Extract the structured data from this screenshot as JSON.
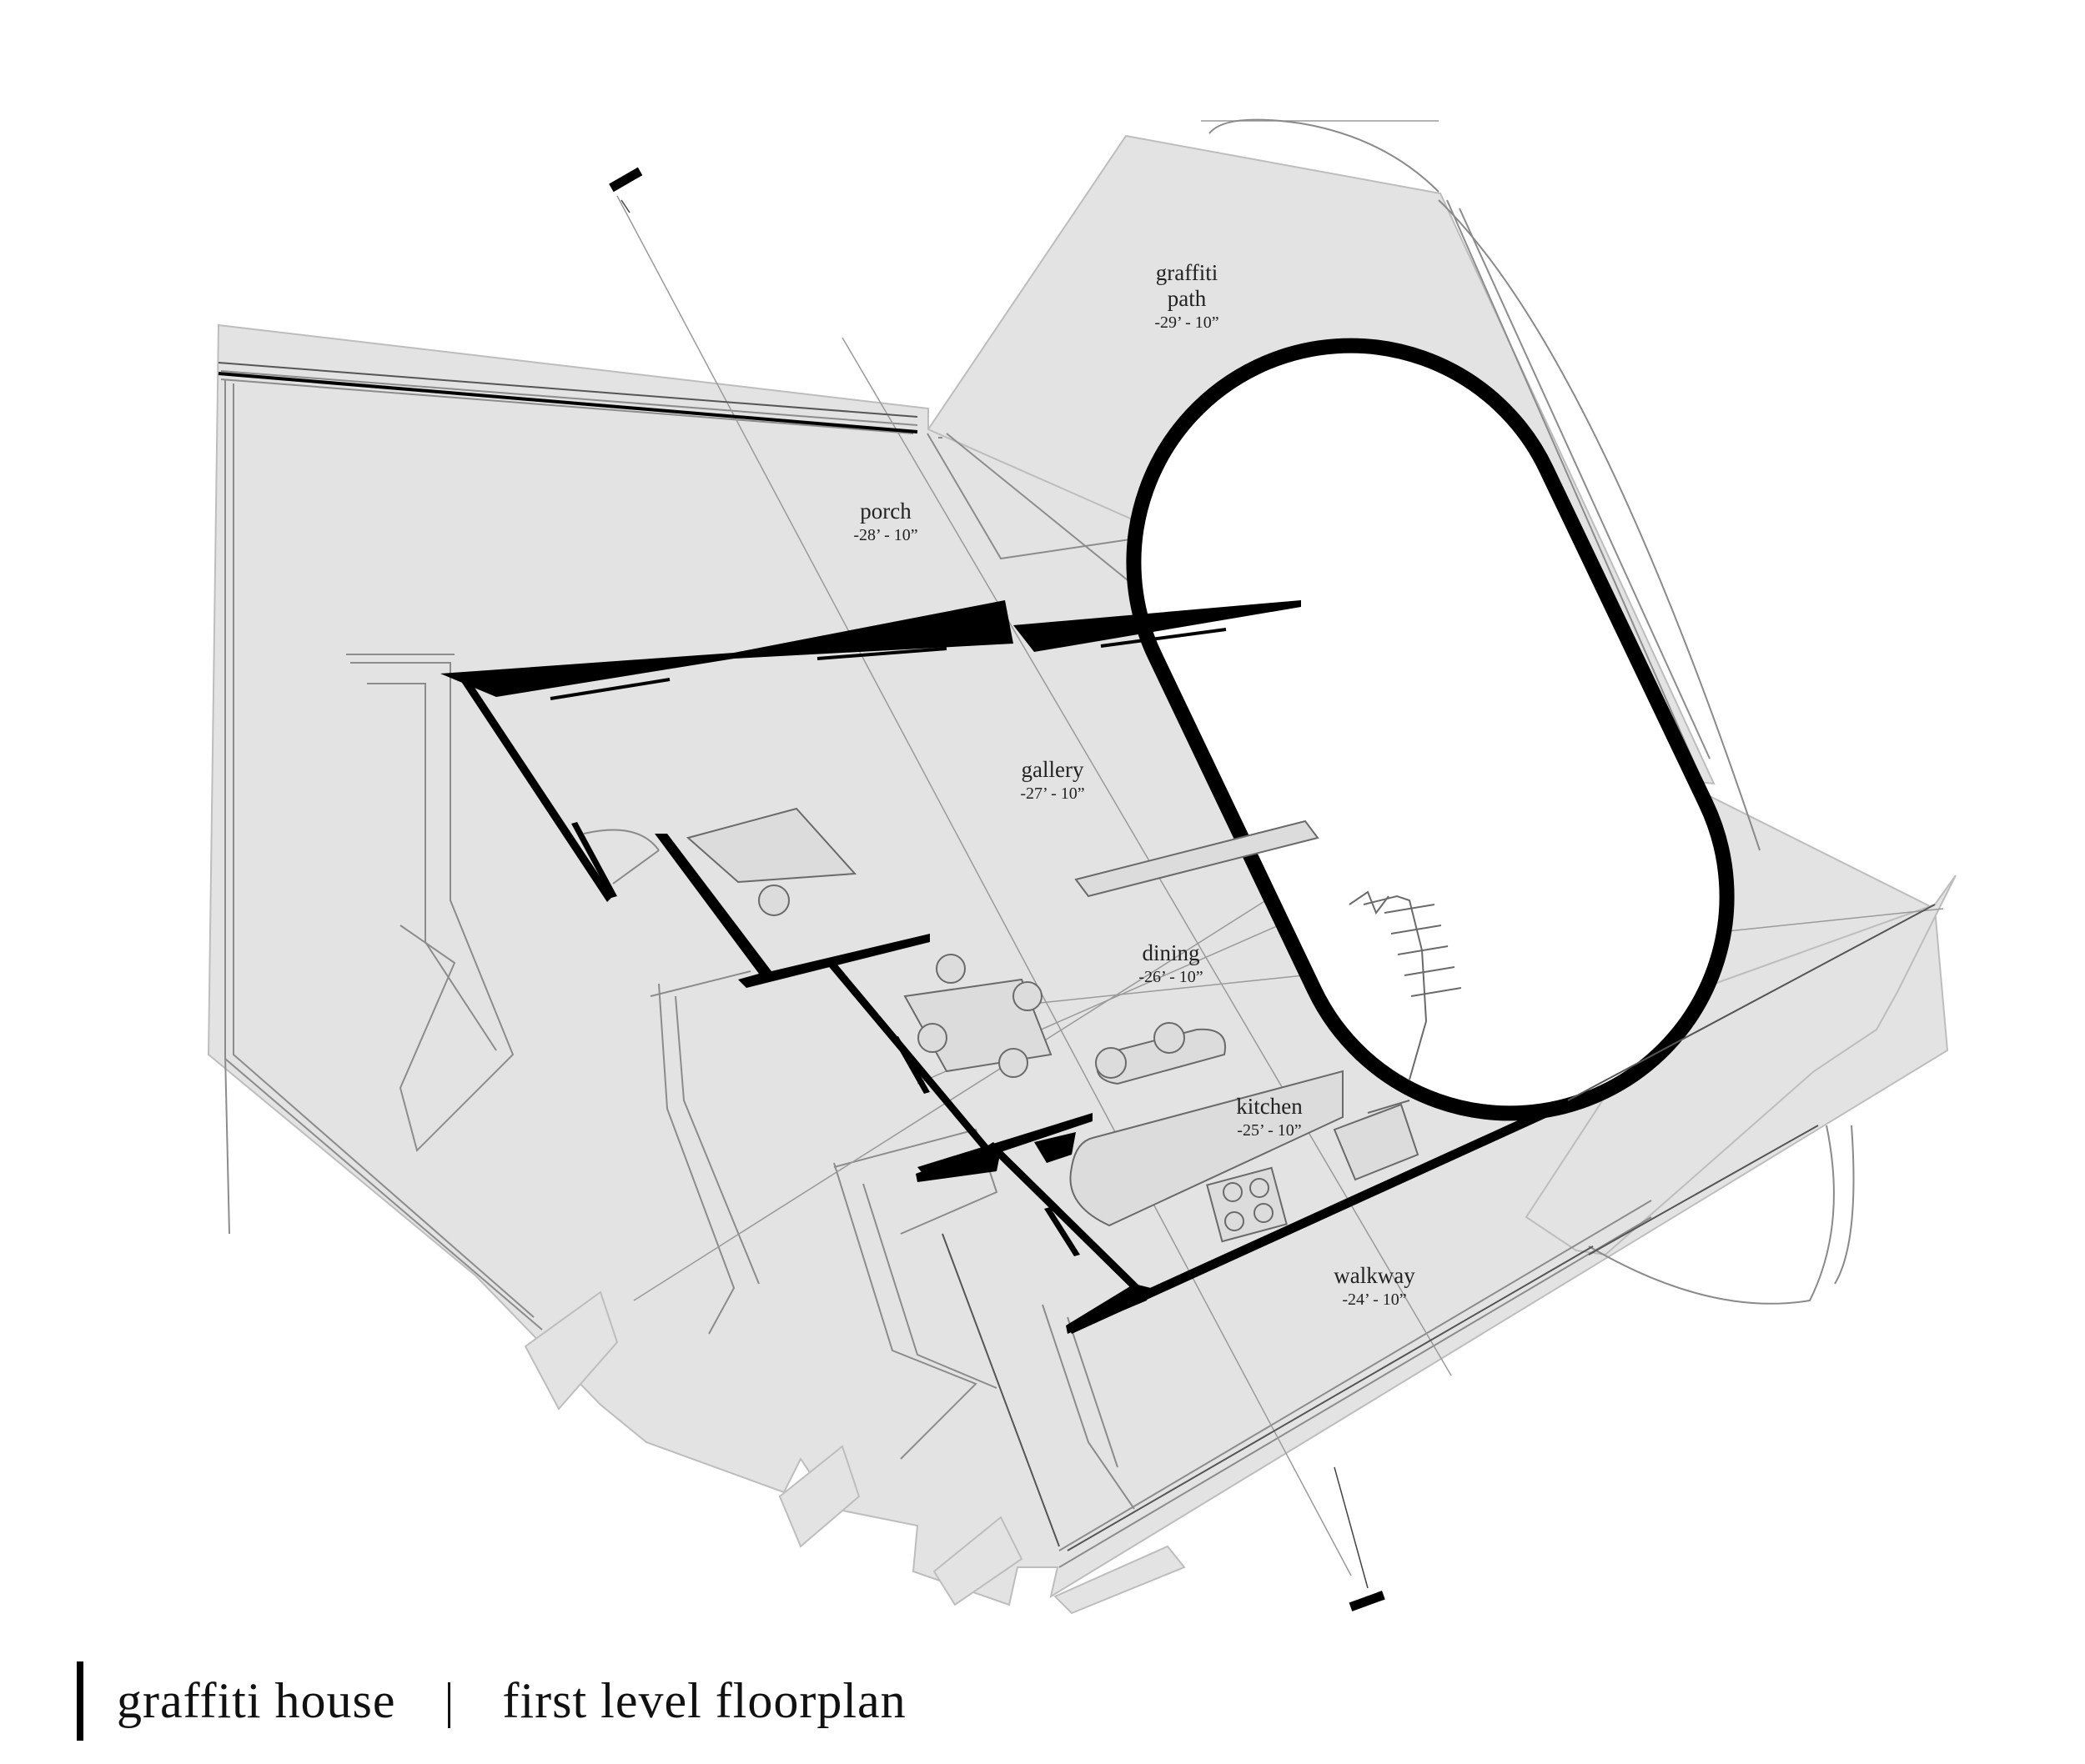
{
  "caption": {
    "title": "graffiti house",
    "separator": "|",
    "subtitle": "first level floorplan"
  },
  "rooms": {
    "graffiti_path": {
      "name_line1": "graffiti",
      "name_line2": "path",
      "level": "-29’ - 10”"
    },
    "porch": {
      "name": "porch",
      "level": "-28’ - 10”"
    },
    "gallery": {
      "name": "gallery",
      "level": "-27’ - 10”"
    },
    "dining": {
      "name": "dining",
      "level": "-26’ - 10”"
    },
    "kitchen": {
      "name": "kitchen",
      "level": "-25’ - 10”"
    },
    "walkway": {
      "name": "walkway",
      "level": "-24’ - 10”"
    }
  },
  "colors": {
    "floor_fill": "#e3e3e3",
    "floor_fill_dark": "#d4d4d4",
    "wall": "#000000",
    "line": "#7a7a7a",
    "background": "#ffffff"
  }
}
